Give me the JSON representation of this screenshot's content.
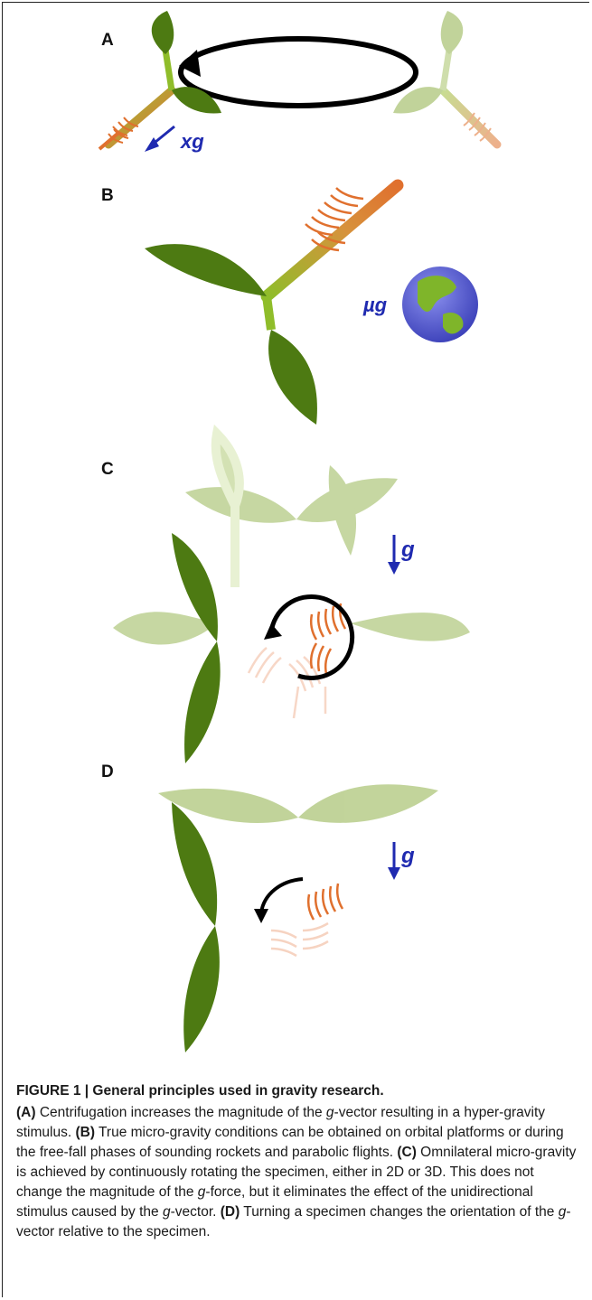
{
  "figure": {
    "panels": [
      {
        "label": "A",
        "annotation": "xg",
        "annotation_prefix": "x",
        "annotation_var": "g"
      },
      {
        "label": "B",
        "annotation": "µg"
      },
      {
        "label": "C",
        "annotation": "g"
      },
      {
        "label": "D",
        "annotation": "g"
      }
    ],
    "colors": {
      "leaf_dark": "#4d7a12",
      "leaf_light": "#a8c46a",
      "stem_green": "#9bc13a",
      "root_orange": "#e0702e",
      "root_pale": "#f0b090",
      "arrow_blue": "#1f2ab0",
      "earth_blue": "#5b63d6",
      "earth_green": "#7fb52a"
    }
  },
  "caption": {
    "title": "FIGURE 1 | General principles used in gravity research.",
    "A_tag": "(A)",
    "A_text_1": " Centrifugation increases the magnitude of the ",
    "g1": "g",
    "A_text_2": "-vector resulting in a hyper-gravity stimulus. ",
    "B_tag": "(B)",
    "B_text": " True micro-gravity conditions can be obtained on orbital platforms or during the free-fall phases of sounding rockets and parabolic flights. ",
    "C_tag": "(C)",
    "C_text_1": " Omnilateral micro-gravity is achieved by continuously rotating the specimen, either in 2D or 3D. This does not change the magnitude of the ",
    "g2": "g",
    "C_text_2": "-force, but it eliminates the effect of the unidirectional stimulus caused by the ",
    "g3": "g",
    "C_text_3": "-vector. ",
    "D_tag": "(D)",
    "D_text_1": " Turning a specimen changes the orientation of the ",
    "g4": "g",
    "D_text_2": "-vector relative to the specimen."
  }
}
